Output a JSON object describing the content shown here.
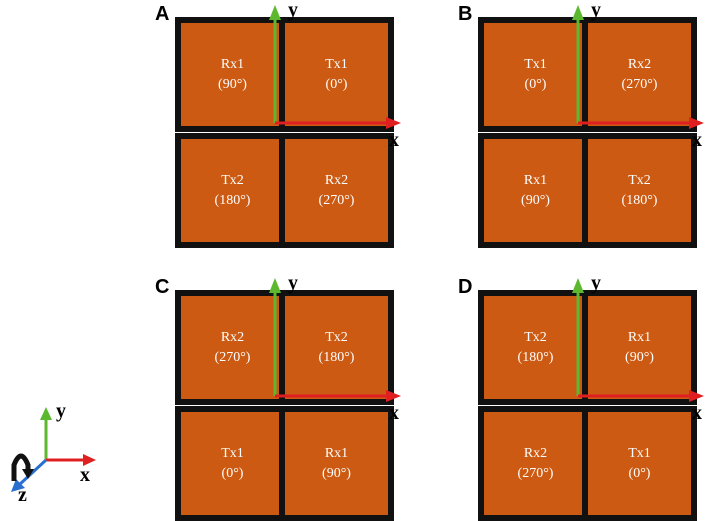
{
  "panels": [
    {
      "label": "A",
      "cells": [
        {
          "name": "Rx1",
          "angle": "(90°)"
        },
        {
          "name": "Tx1",
          "angle": "(0°)"
        },
        {
          "name": "Tx2",
          "angle": "(180°)"
        },
        {
          "name": "Rx2",
          "angle": "(270°)"
        }
      ]
    },
    {
      "label": "B",
      "cells": [
        {
          "name": "Tx1",
          "angle": "(0°)"
        },
        {
          "name": "Rx2",
          "angle": "(270°)"
        },
        {
          "name": "Rx1",
          "angle": "(90°)"
        },
        {
          "name": "Tx2",
          "angle": "(180°)"
        }
      ]
    },
    {
      "label": "C",
      "cells": [
        {
          "name": "Rx2",
          "angle": "(270°)"
        },
        {
          "name": "Tx2",
          "angle": "(180°)"
        },
        {
          "name": "Tx1",
          "angle": "(0°)"
        },
        {
          "name": "Rx1",
          "angle": "(90°)"
        }
      ]
    },
    {
      "label": "D",
      "cells": [
        {
          "name": "Tx2",
          "angle": "(180°)"
        },
        {
          "name": "Rx1",
          "angle": "(90°)"
        },
        {
          "name": "Rx2",
          "angle": "(270°)"
        },
        {
          "name": "Tx1",
          "angle": "(0°)"
        }
      ]
    }
  ],
  "axis_labels": {
    "x": "x",
    "y": "y",
    "z": "z"
  },
  "colors": {
    "element_fill": "#cc5a12",
    "element_border": "#111111",
    "x_axis": "#e02020",
    "y_axis": "#5cb82e",
    "z_axis": "#2a6fd0"
  }
}
